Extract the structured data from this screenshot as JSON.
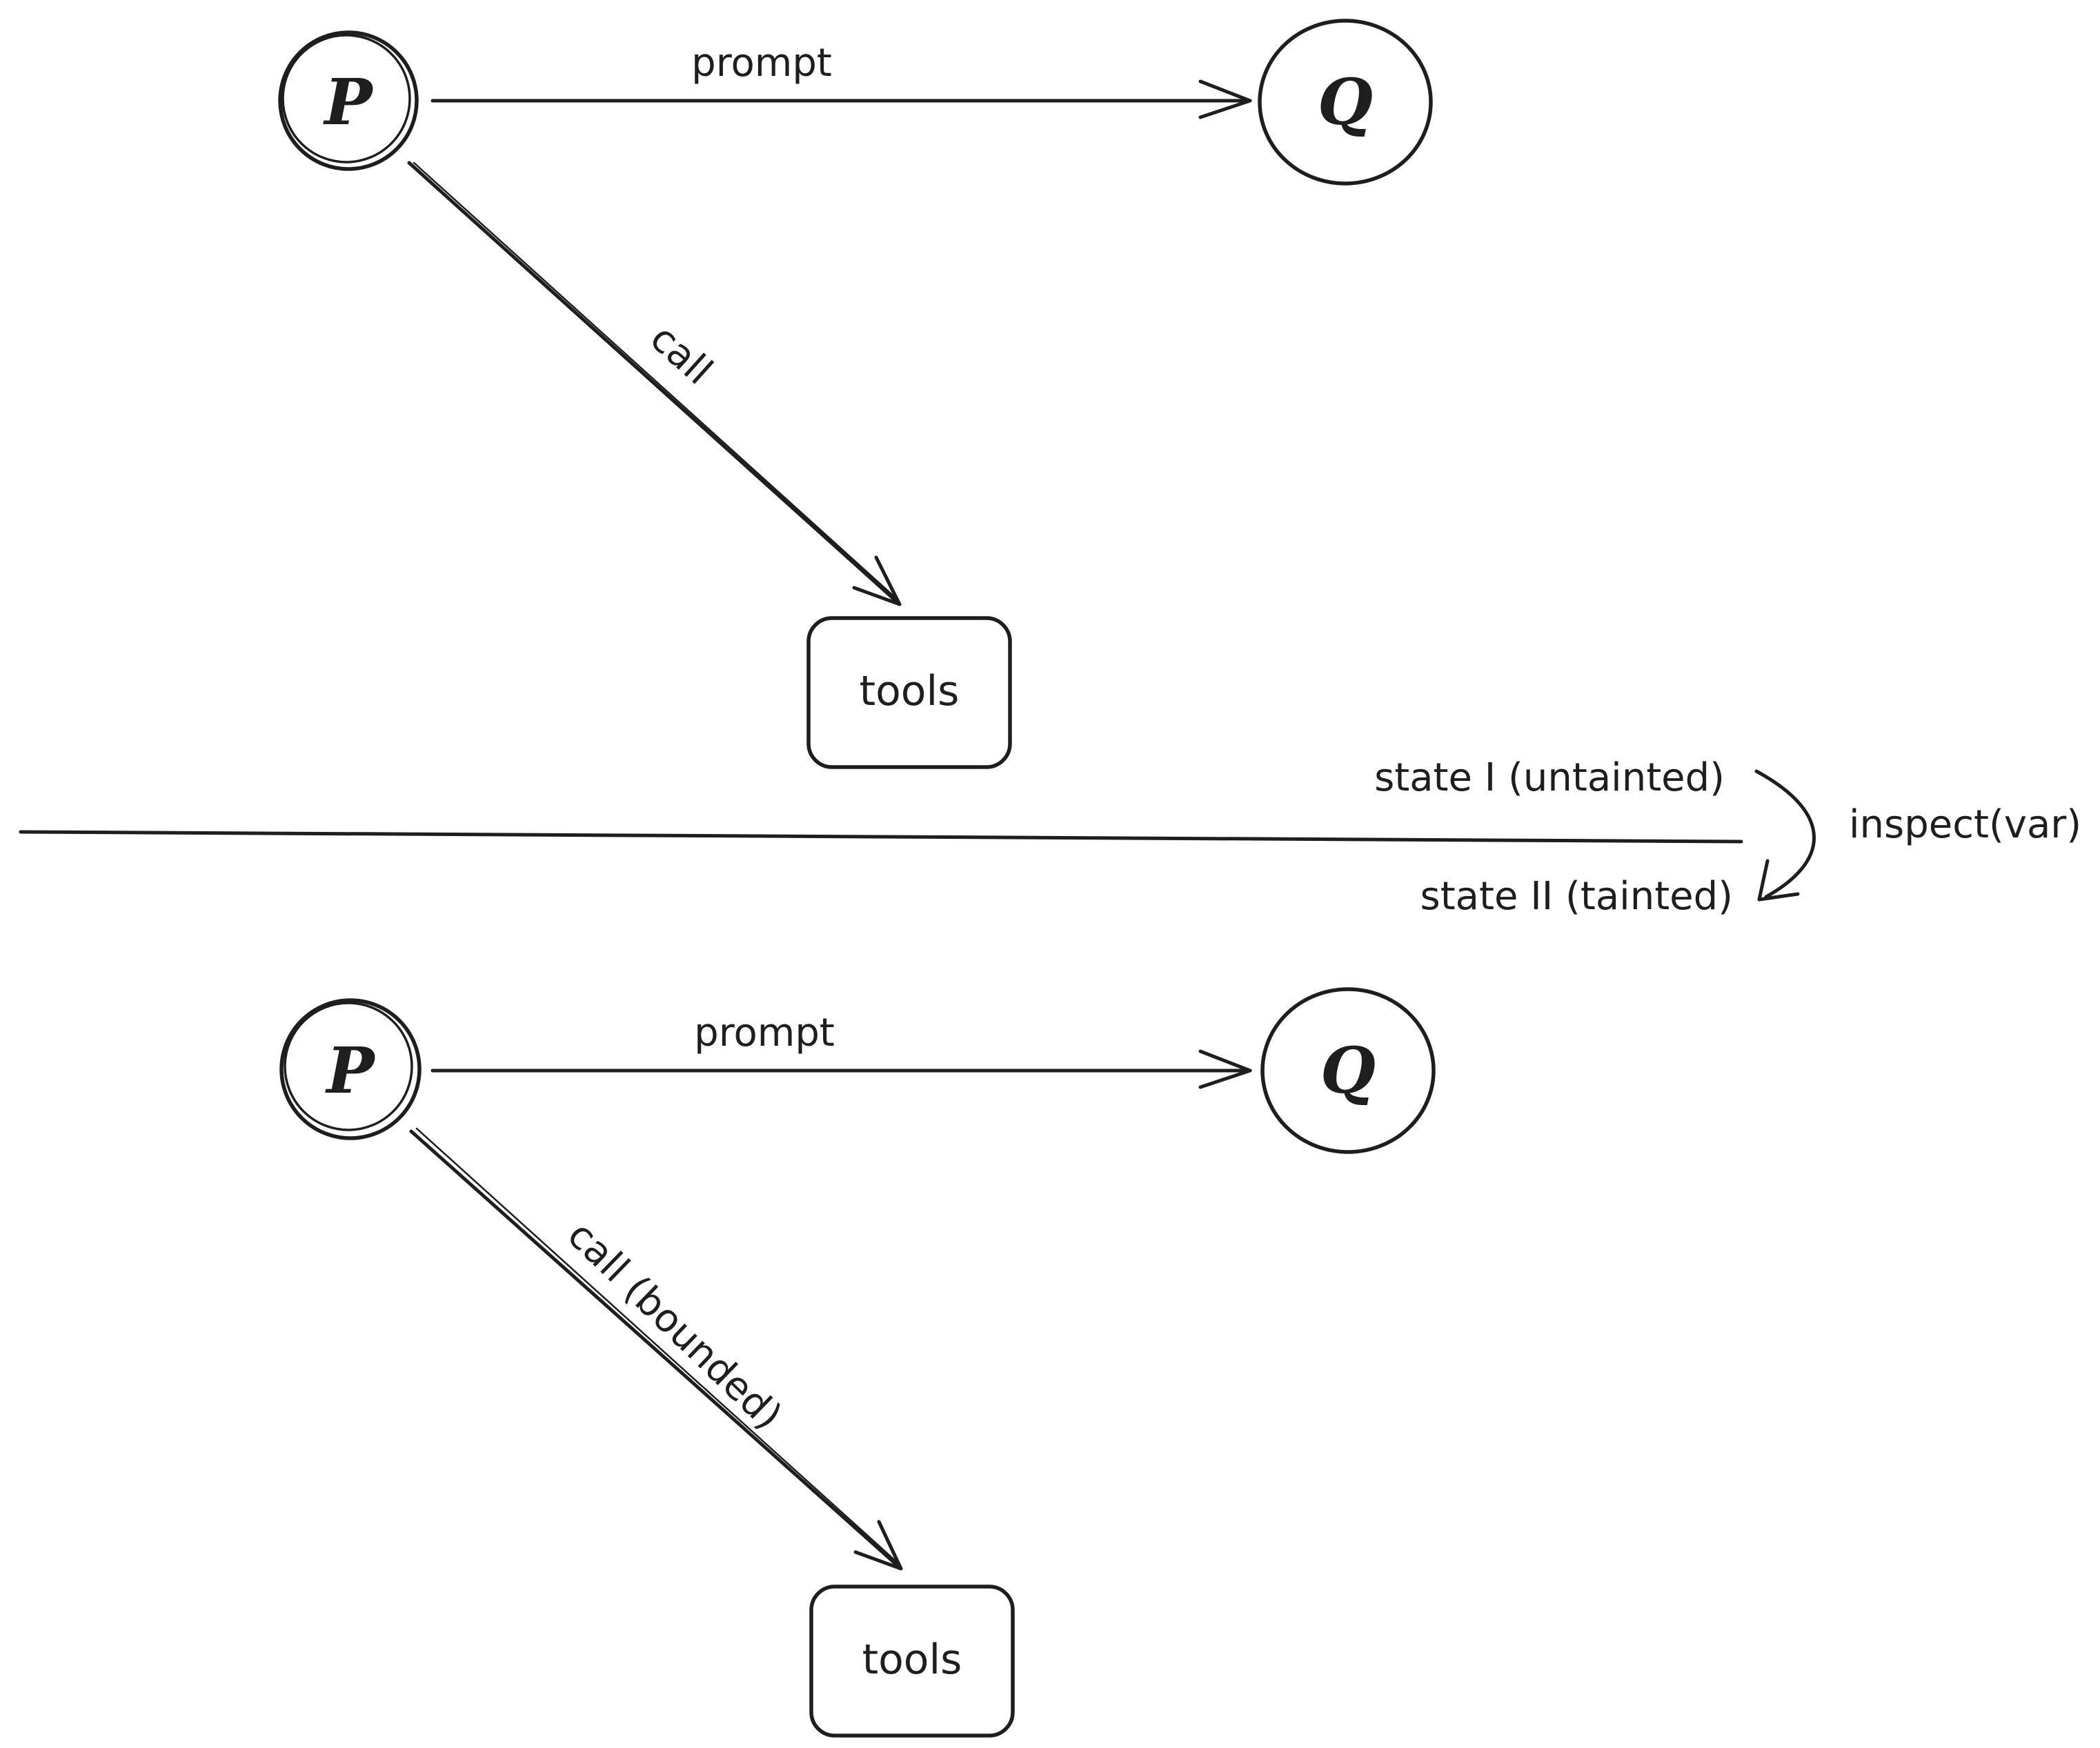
{
  "nodes": {
    "p_top": "P",
    "q_top": "Q",
    "tools_top": "tools",
    "p_bottom": "P",
    "q_bottom": "Q",
    "tools_bottom": "tools"
  },
  "edges": {
    "prompt_top": "prompt",
    "call_top": "call",
    "prompt_bottom": "prompt",
    "call_bottom": "call (bounded)"
  },
  "divider": {
    "state_upper": "state I (untainted)",
    "state_lower": "state II (tainted)",
    "transition": "inspect(var)"
  }
}
